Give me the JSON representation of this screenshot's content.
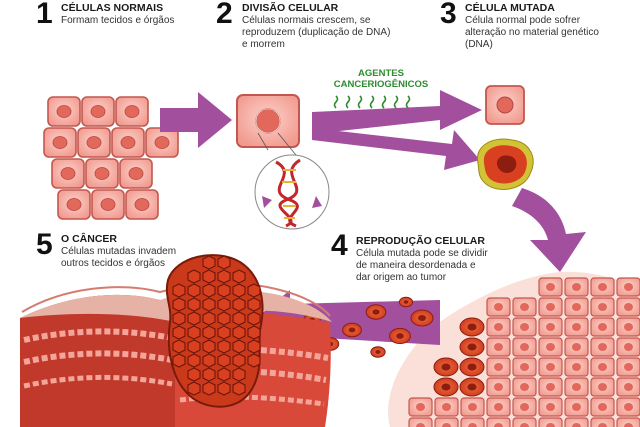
{
  "steps": [
    {
      "number": "1",
      "title": "CÉLULAS NORMAIS",
      "description": [
        "Formam tecidos e órgãos"
      ]
    },
    {
      "number": "2",
      "title": "DIVISÃO CELULAR",
      "description": [
        "Células normais crescem, se",
        "reproduzem (duplicação de DNA)",
        "e morrem"
      ]
    },
    {
      "number": "3",
      "title": "CÉLULA MUTADA",
      "description": [
        "Célula normal pode sofrer",
        "alteração no material genético",
        "(DNA)"
      ]
    },
    {
      "number": "4",
      "title": "REPRODUÇÃO CELULAR",
      "description": [
        "Célula mutada pode se dividir",
        "de maneira desordenada e",
        "dar origem ao tumor"
      ]
    },
    {
      "number": "5",
      "title": "O CÂNCER",
      "description": [
        "Células mutadas invadem",
        "outros tecidos e órgãos"
      ]
    }
  ],
  "agents_label": [
    "AGENTES",
    "CANCERIOGÊNICOS"
  ],
  "colors": {
    "cell_fill": "#f4a59a",
    "cell_border": "#c2574f",
    "nucleus": "#e2685c",
    "arrow": "#a2509e",
    "mutant": "#d9401f",
    "mutant_ring": "#b7a51c",
    "tumor": "#c9391a",
    "agents": "#2e8b2e"
  }
}
